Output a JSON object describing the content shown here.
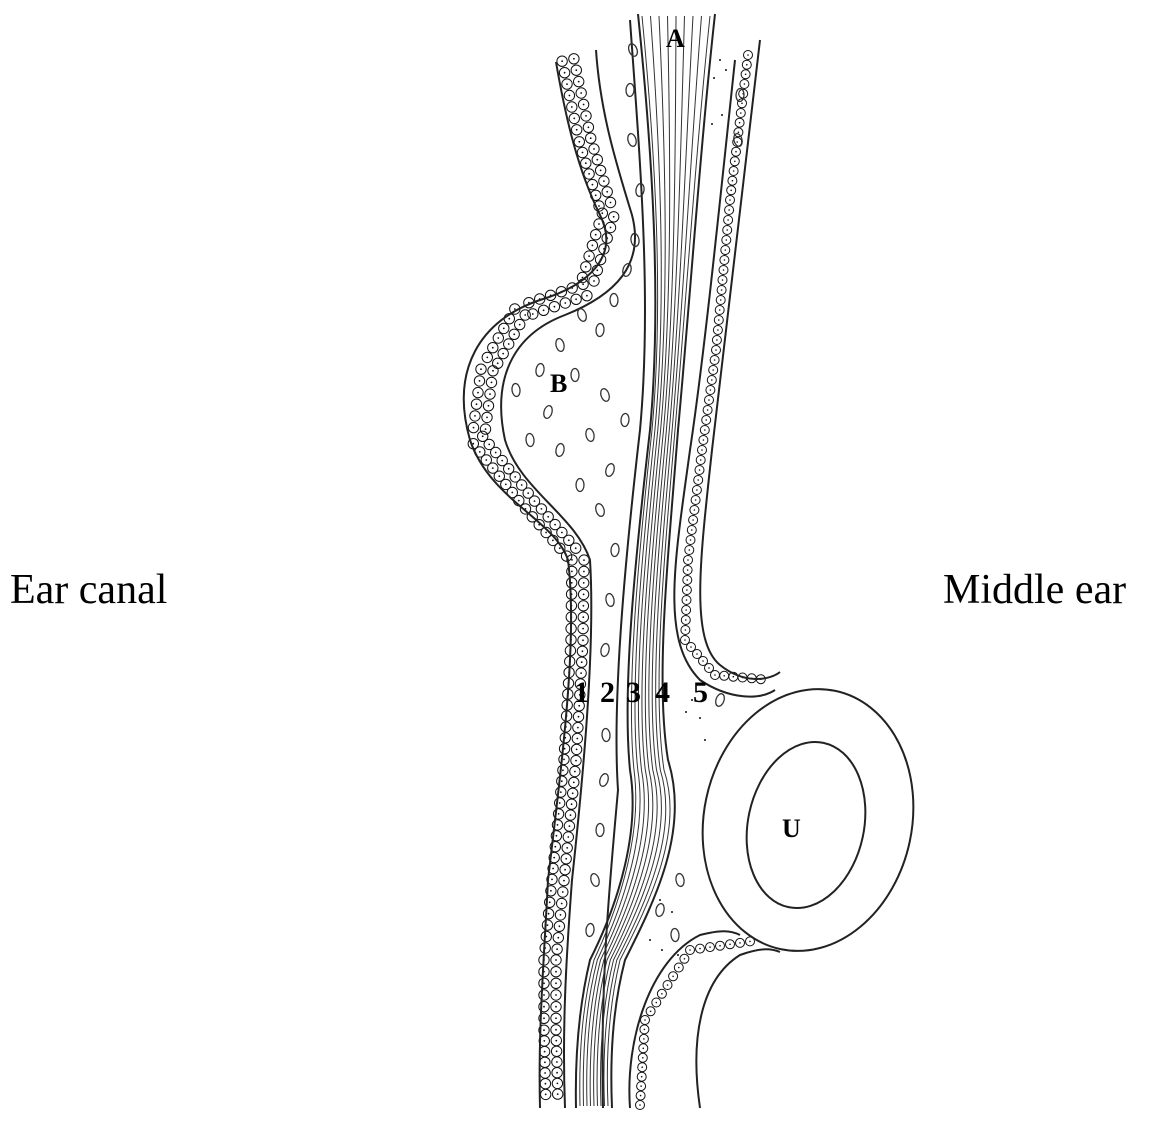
{
  "labels": {
    "left": "Ear canal",
    "right": "Middle ear"
  },
  "regions": {
    "a": "A",
    "b": "B",
    "u": "U"
  },
  "layers": [
    "1",
    "2",
    "3",
    "4",
    "5"
  ],
  "colors": {
    "ink": "#111111",
    "background": "#ffffff"
  }
}
